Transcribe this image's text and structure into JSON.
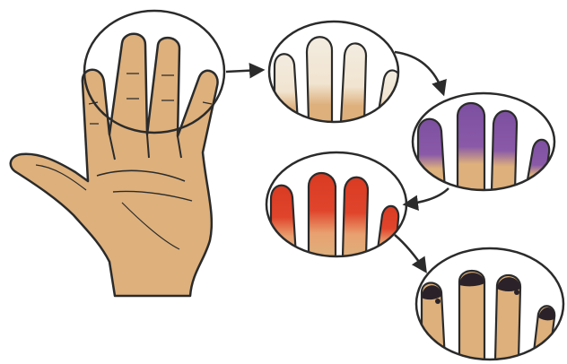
{
  "diagram": {
    "colors": {
      "outline": "#2b2b2b",
      "skin": "#ddb07c",
      "skin_shadow": "#c99a66",
      "pale": "#f3ece0",
      "cyanotic": "#8a5aa8",
      "hyperemic": "#e0452c",
      "necrotic": "#2a2228"
    },
    "stages": [
      {
        "name": "normal-hand"
      },
      {
        "name": "pallor"
      },
      {
        "name": "cyanosis"
      },
      {
        "name": "rubor"
      },
      {
        "name": "necrosis"
      }
    ]
  }
}
